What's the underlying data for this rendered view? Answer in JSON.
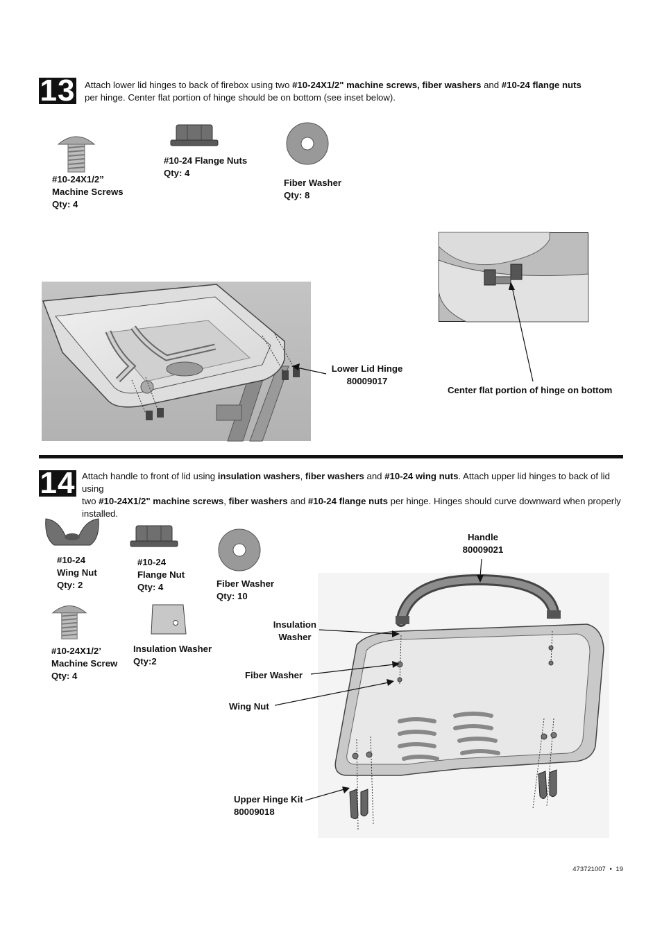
{
  "step13": {
    "number": "13",
    "instruction": {
      "p1": "Attach lower lid hinges to back of firebox using two ",
      "b1": "#10-24X1/2\" machine screws, fiber washers",
      "p2": " and ",
      "b2": "#10-24 flange nuts",
      "p3": " per hinge. Center flat portion of hinge should be on bottom (see inset below)."
    },
    "parts": {
      "screw": {
        "line1": "#10-24X1/2”",
        "line2": "Machine Screws",
        "line3": "Qty: 4",
        "icon": "machine-screw-icon"
      },
      "flange_nut": {
        "line1": "#10-24 Flange Nuts",
        "line2": "Qty: 4",
        "icon": "flange-nut-icon"
      },
      "fiber_washer": {
        "line1": "Fiber Washer",
        "line2": "Qty: 8",
        "icon": "fiber-washer-icon"
      }
    },
    "callouts": {
      "lower_lid_hinge": {
        "line1": "Lower Lid Hinge",
        "line2": "80009017"
      },
      "center_flat": "Center flat portion of hinge on bottom"
    }
  },
  "step14": {
    "number": "14",
    "instruction": {
      "p1": "Attach handle to front of lid using ",
      "b1": "insulation washers",
      "p2": ", ",
      "b2": "fiber washers",
      "p3": " and ",
      "b3": "#10-24 wing nuts",
      "p4": ". Attach upper lid hinges to back of lid using",
      "p5": "two ",
      "b4": "#10-24X1/2\" machine screws",
      "p6": ", ",
      "b5": "fiber washers",
      "p7": " and ",
      "b6": "#10-24 flange nuts",
      "p8": " per hinge. Hinges should curve downward when properly",
      "p9": "installed."
    },
    "parts": {
      "wing_nut": {
        "line1": "#10-24",
        "line2": "Wing Nut",
        "line3": "Qty: 2",
        "icon": "wing-nut-icon"
      },
      "flange_nut": {
        "line1": "#10-24",
        "line2": "Flange Nut",
        "line3": "Qty: 4",
        "icon": "flange-nut-icon"
      },
      "fiber_washer": {
        "line1": "Fiber Washer",
        "line2": "Qty: 10",
        "icon": "fiber-washer-icon"
      },
      "screw": {
        "line1": "#10-24X1/2’",
        "line2": "Machine Screw",
        "line3": "Qty: 4",
        "icon": "machine-screw-icon"
      },
      "insulation_washer": {
        "line1": "Insulation Washer",
        "line2": "Qty:2",
        "icon": "insulation-washer-icon"
      }
    },
    "callouts": {
      "handle": {
        "line1": "Handle",
        "line2": "80009021"
      },
      "insulation_washer": {
        "line1": "Insulation",
        "line2": "Washer"
      },
      "fiber_washer": "Fiber Washer",
      "wing_nut": "Wing Nut",
      "upper_hinge_kit": {
        "line1": "Upper Hinge Kit",
        "line2": "80009018"
      }
    }
  },
  "footer": {
    "doc_number": "473721007",
    "separator": "•",
    "page": "19"
  }
}
